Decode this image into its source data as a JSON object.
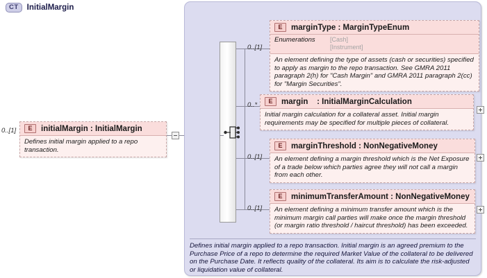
{
  "diagram": {
    "type": "xsd-schema-diagram",
    "container": {
      "badge": "CT",
      "title": "InitialMargin",
      "documentation": "Defines initial margin applied to a repo transaction. Initial margin is an agreed premium to the Purchase Price of a repo to determine the required Market Value of the collateral to be delivered on the Purchase Date. It reflects quality of the collateral. Its aim is to calculate the risk-adjusted or liquidation value of collateral.",
      "compositor": "sequence",
      "compositor_cardinality": "[1]..[1]"
    },
    "parent_element": {
      "badge": "E",
      "cardinality": "0..[1]",
      "title": "initialMargin : InitialMargin",
      "name": "initialMargin",
      "datatype": "InitialMargin",
      "documentation": "Defines initial margin applied to a repo transaction.",
      "expander": "minus"
    },
    "children": [
      {
        "badge": "E",
        "cardinality": "0..[1]",
        "title": "marginType : MarginTypeEnum",
        "name": "marginType",
        "datatype": "MarginTypeEnum",
        "enumerations_label": "Enumerations",
        "enumerations": [
          "[Cash]",
          "[Instrument]"
        ],
        "documentation": "An element defining the type of assets (cash or securities) specified to apply as margin to the repo transaction. See GMRA 2011 paragraph 2(h) for \"Cash Margin\" and GMRA 2011 paragraph 2(cc) for \"Margin Securities\".",
        "expander": null
      },
      {
        "badge": "E",
        "cardinality": "0..*",
        "title": "margin    : InitialMarginCalculation",
        "name": "margin",
        "datatype": "InitialMarginCalculation",
        "documentation": "Initial margin calculation for a collateral asset. Initial margin requirements may be specified for multiple pieces of collateral.",
        "expander": "plus"
      },
      {
        "badge": "E",
        "cardinality": "0..[1]",
        "title": "marginThreshold : NonNegativeMoney",
        "name": "marginThreshold",
        "datatype": "NonNegativeMoney",
        "documentation": "An element defining a margin threshold which is the Net Exposure of a trade below which parties agree they will not call a margin from each other.",
        "expander": "plus"
      },
      {
        "badge": "E",
        "cardinality": "0..[1]",
        "title": "minimumTransferAmount : NonNegativeMoney",
        "name": "minimumTransferAmount",
        "datatype": "NonNegativeMoney",
        "documentation": "An element defining a minimum transfer amount which is the minimum margin call parties will make once the margin threshold (or margin ratio threshold / haircut threshold) has been exceeded.",
        "expander": "plus"
      }
    ],
    "colors": {
      "container_bg": "#dcdcf0",
      "element_bg": "#fdf0ef",
      "element_header_bg": "#fadddc",
      "element_border": "#c8a6a6",
      "line": "#8a8a9a"
    }
  }
}
